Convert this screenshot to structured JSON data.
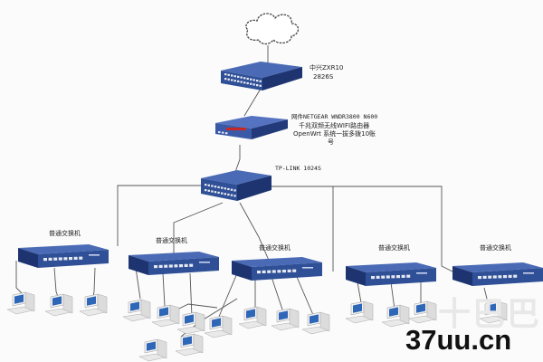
{
  "nodes": {
    "core_switch": {
      "line1": "中兴ZXR10",
      "line2": "2826S"
    },
    "router": {
      "line1": "网件NETGEAR WNDR3800 N600",
      "line2": "千兆双频无线WIFI路由器",
      "line3": "OpenWrt 系统一拔多拨10账",
      "line4": "号"
    },
    "distribution_switch": {
      "label": "TP-LINK 1024S"
    },
    "access_switch_label": "普通交换机",
    "access_switches": [
      {
        "label": "普通交换机"
      },
      {
        "label": "普通交换机"
      },
      {
        "label": "普通交换机"
      },
      {
        "label": "普通交换机"
      },
      {
        "label": "普通交换机"
      }
    ]
  },
  "watermark": {
    "text": "37uu.cn",
    "ghost_text": "十巴巴"
  },
  "colors": {
    "switch_blue": "#2f4f96",
    "switch_dark": "#1d3470",
    "router_blue": "#3a5aa8",
    "line": "#555555",
    "cloud_stroke": "#444444",
    "computer_grey": "#dcdcdc"
  }
}
